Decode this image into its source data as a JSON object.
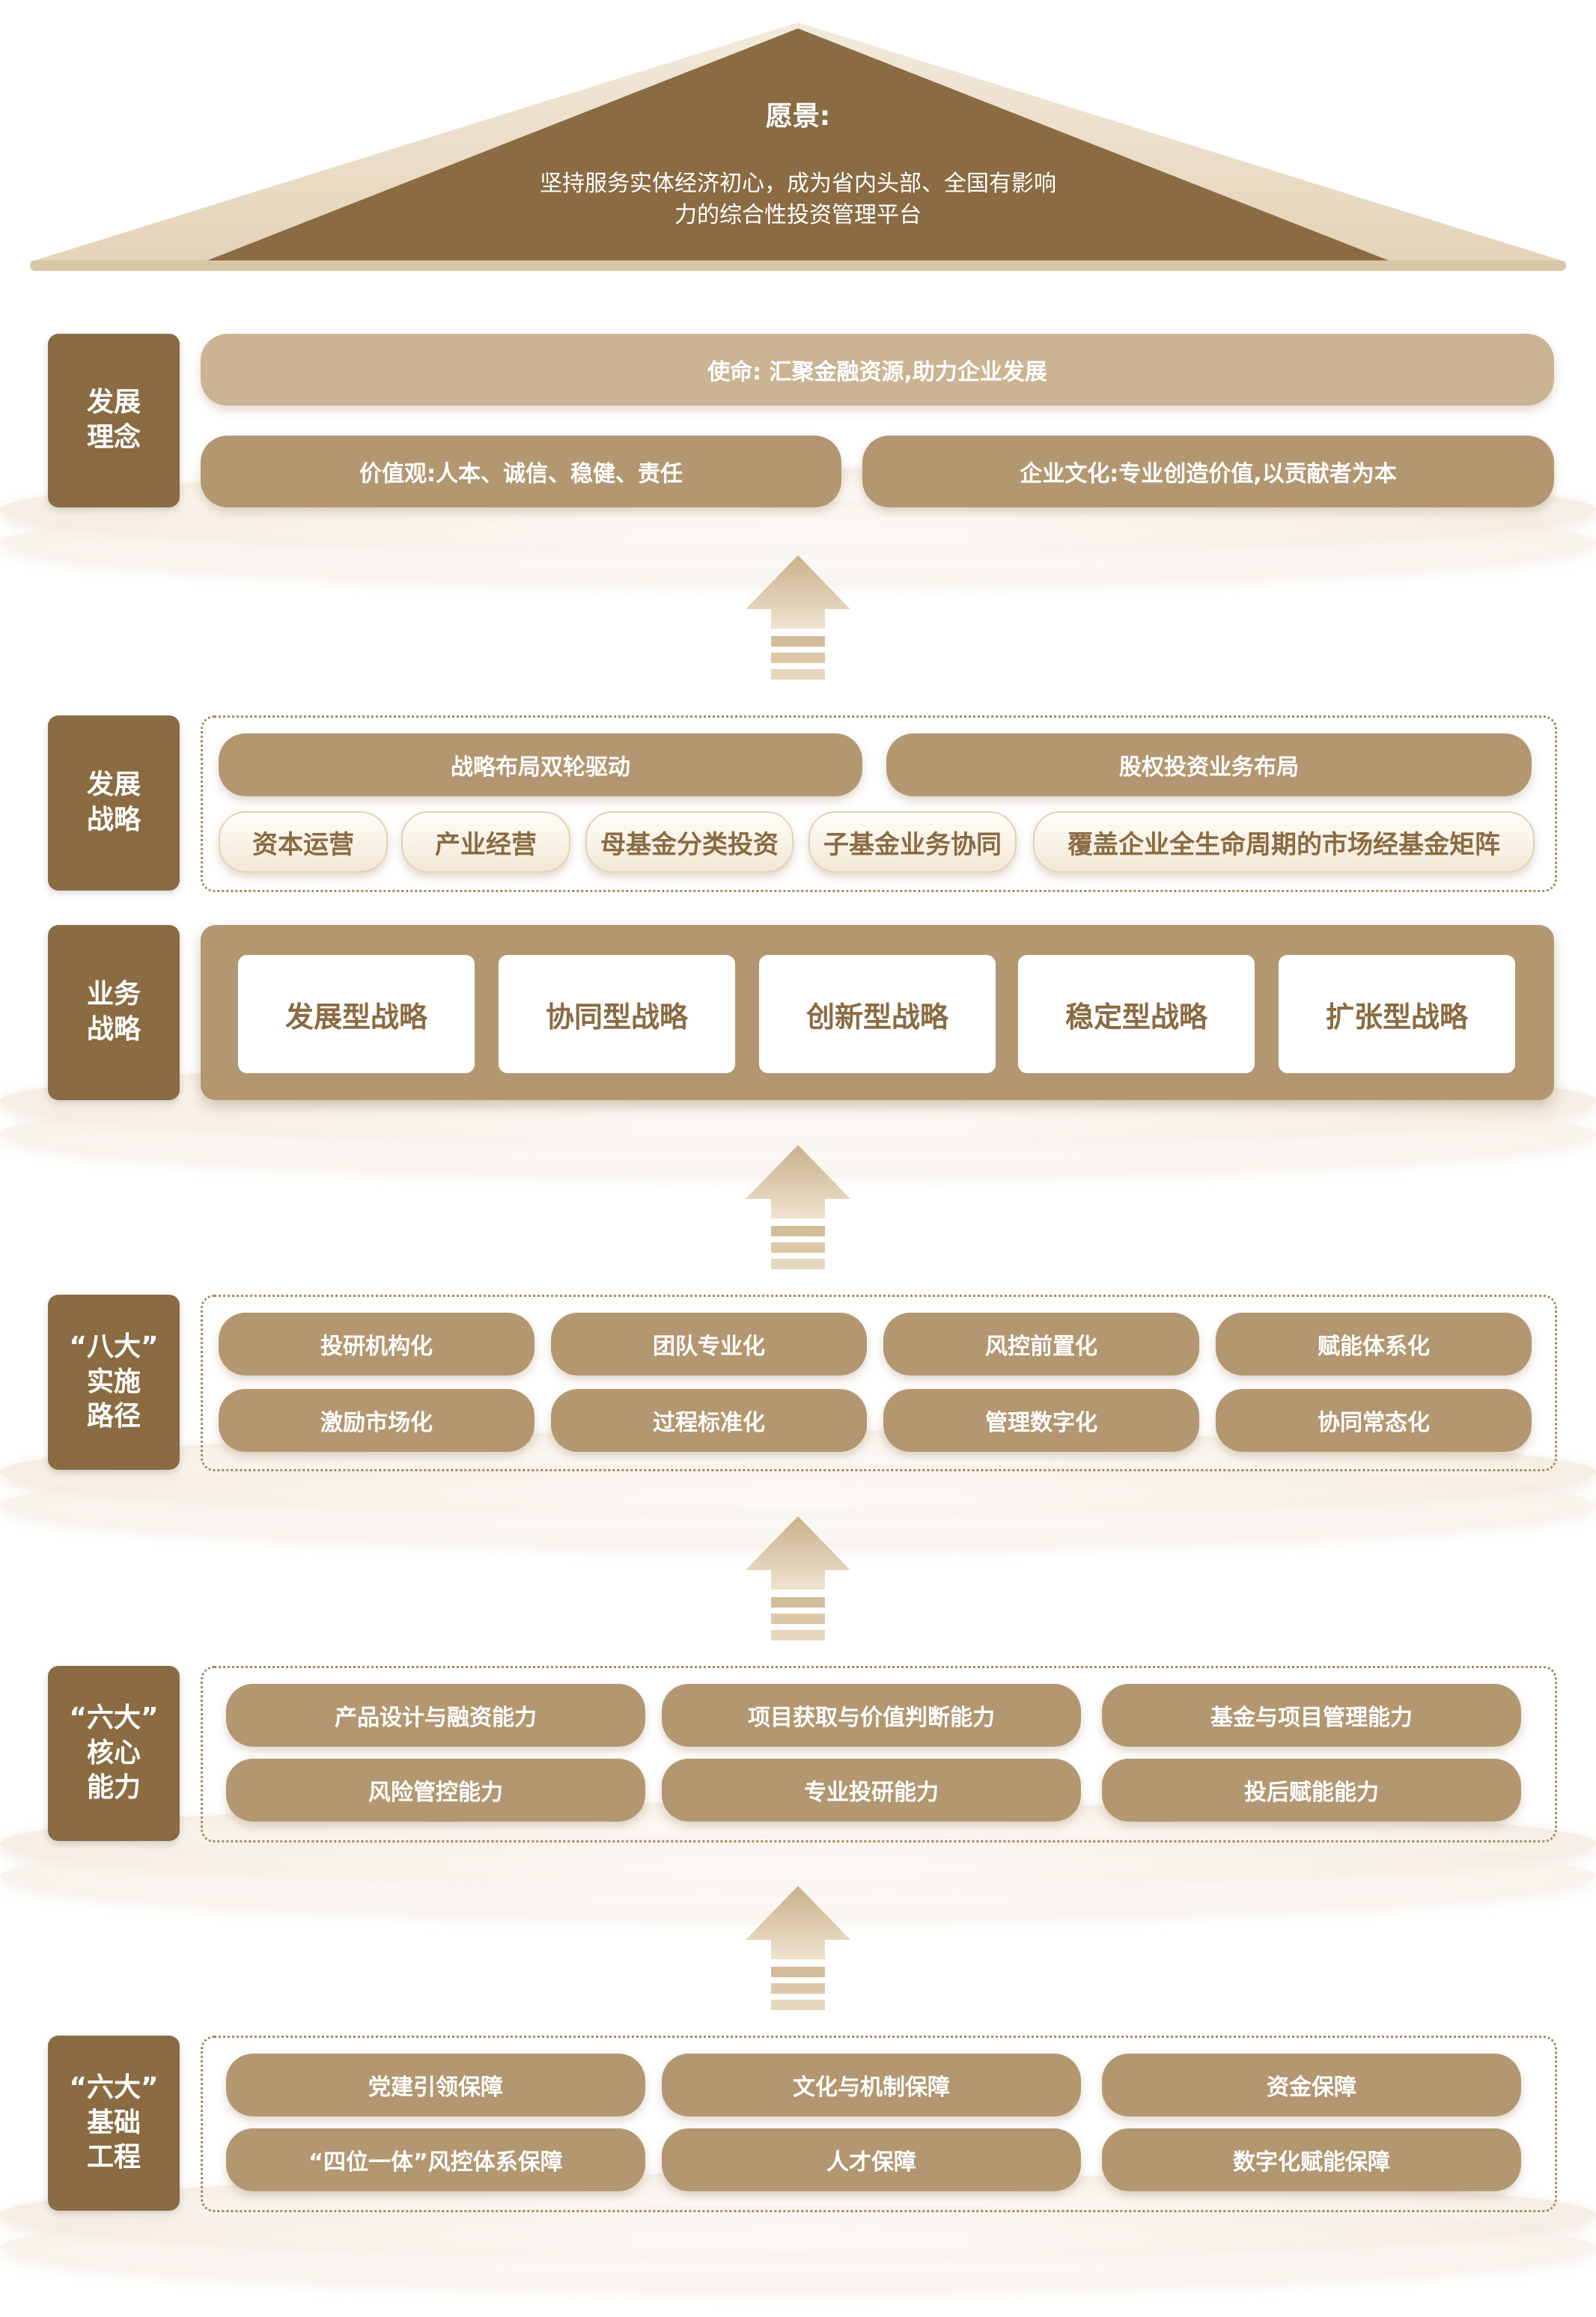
{
  "vision": {
    "title": "愿景:",
    "line1": "坚持服务实体经济初心，成为省内头部、全国有影响",
    "line2": "力的综合性投资管理平台"
  },
  "philosophy": {
    "label": "发展\n理念",
    "mission": "使命: 汇聚金融资源,助力企业发展",
    "values": "价值观:人本、诚信、稳健、责任",
    "culture": "企业文化:专业创造价值,以贡献者为本"
  },
  "dev_strategy": {
    "label": "发展\n战略",
    "top": [
      "战略布局双轮驱动",
      "股权投资业务布局"
    ],
    "bottom": [
      "资本运营",
      "产业经营",
      "母基金分类投资",
      "子基金业务协同",
      "覆盖企业全生命周期的市场经基金矩阵"
    ]
  },
  "biz_strategy": {
    "label": "业务\n战略",
    "cards": [
      "发展型战略",
      "协同型战略",
      "创新型战略",
      "稳定型战略",
      "扩张型战略"
    ]
  },
  "eight_paths": {
    "label": "“八大”\n实施\n路径",
    "items": [
      "投研机构化",
      "团队专业化",
      "风控前置化",
      "赋能体系化",
      "激励市场化",
      "过程标准化",
      "管理数字化",
      "协同常态化"
    ]
  },
  "six_capabilities": {
    "label": "“六大”\n核心\n能力",
    "items": [
      "产品设计与融资能力",
      "项目获取与价值判断能力",
      "基金与项目管理能力",
      "风险管控能力",
      "专业投研能力",
      "投后赋能能力"
    ]
  },
  "six_foundations": {
    "label": "“六大”\n基础\n工程",
    "items": [
      "党建引领保障",
      "文化与机制保障",
      "资金保障",
      "“四位一体”风控体系保障",
      "人才保障",
      "数字化赋能保障"
    ]
  }
}
